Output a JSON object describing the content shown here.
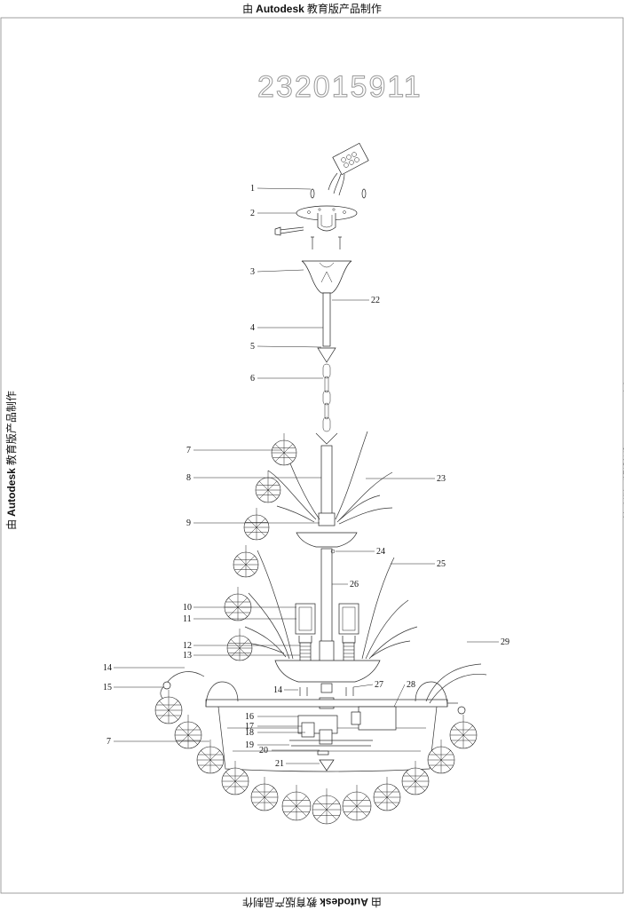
{
  "watermark": {
    "prefix": "由",
    "brand": "Autodesk",
    "suffix": "教育版产品制作"
  },
  "drawing": {
    "model_number": "232015911",
    "callouts": [
      "1",
      "2",
      "3",
      "4",
      "5",
      "6",
      "7",
      "8",
      "9",
      "10",
      "11",
      "12",
      "13",
      "14",
      "15",
      "14",
      "7",
      "16",
      "17",
      "18",
      "19",
      "20",
      "21",
      "22",
      "23",
      "24",
      "25",
      "26",
      "27",
      "28",
      "29"
    ]
  }
}
